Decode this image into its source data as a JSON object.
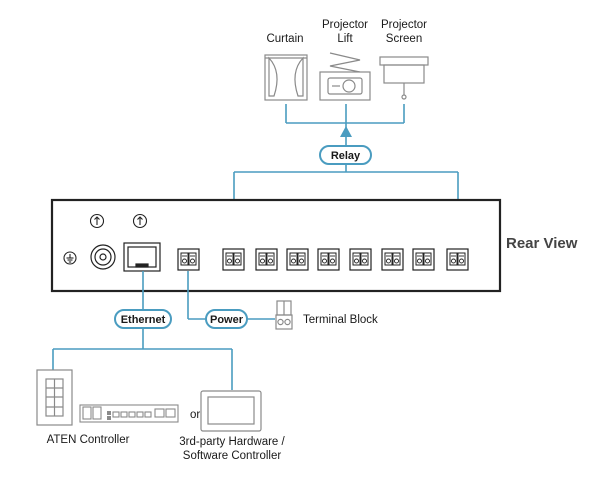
{
  "devices_top": {
    "curtain": "Curtain",
    "projector_lift_line1": "Projector",
    "projector_lift_line2": "Lift",
    "projector_screen_line1": "Projector",
    "projector_screen_line2": "Screen"
  },
  "badges": {
    "relay": "Relay",
    "ethernet": "Ethernet",
    "power": "Power"
  },
  "rear_view": "Rear View",
  "terminal_block": "Terminal Block",
  "controllers": {
    "aten": "ATEN Controller",
    "or": "or",
    "third_party_line1": "3rd-party Hardware /",
    "third_party_line2": "Software Controller"
  },
  "colors": {
    "link": "#4a9cc0",
    "badge_border": "#4a9cc0",
    "device_line": "#888888",
    "panel": "#222222"
  },
  "icons": [
    "curtain-icon",
    "projector-lift-icon",
    "projector-screen-icon",
    "terminal-block-icon",
    "wall-panel-icon",
    "rack-controller-icon",
    "monitor-icon",
    "ground-icon",
    "usb-icon",
    "rj45-port-icon"
  ]
}
